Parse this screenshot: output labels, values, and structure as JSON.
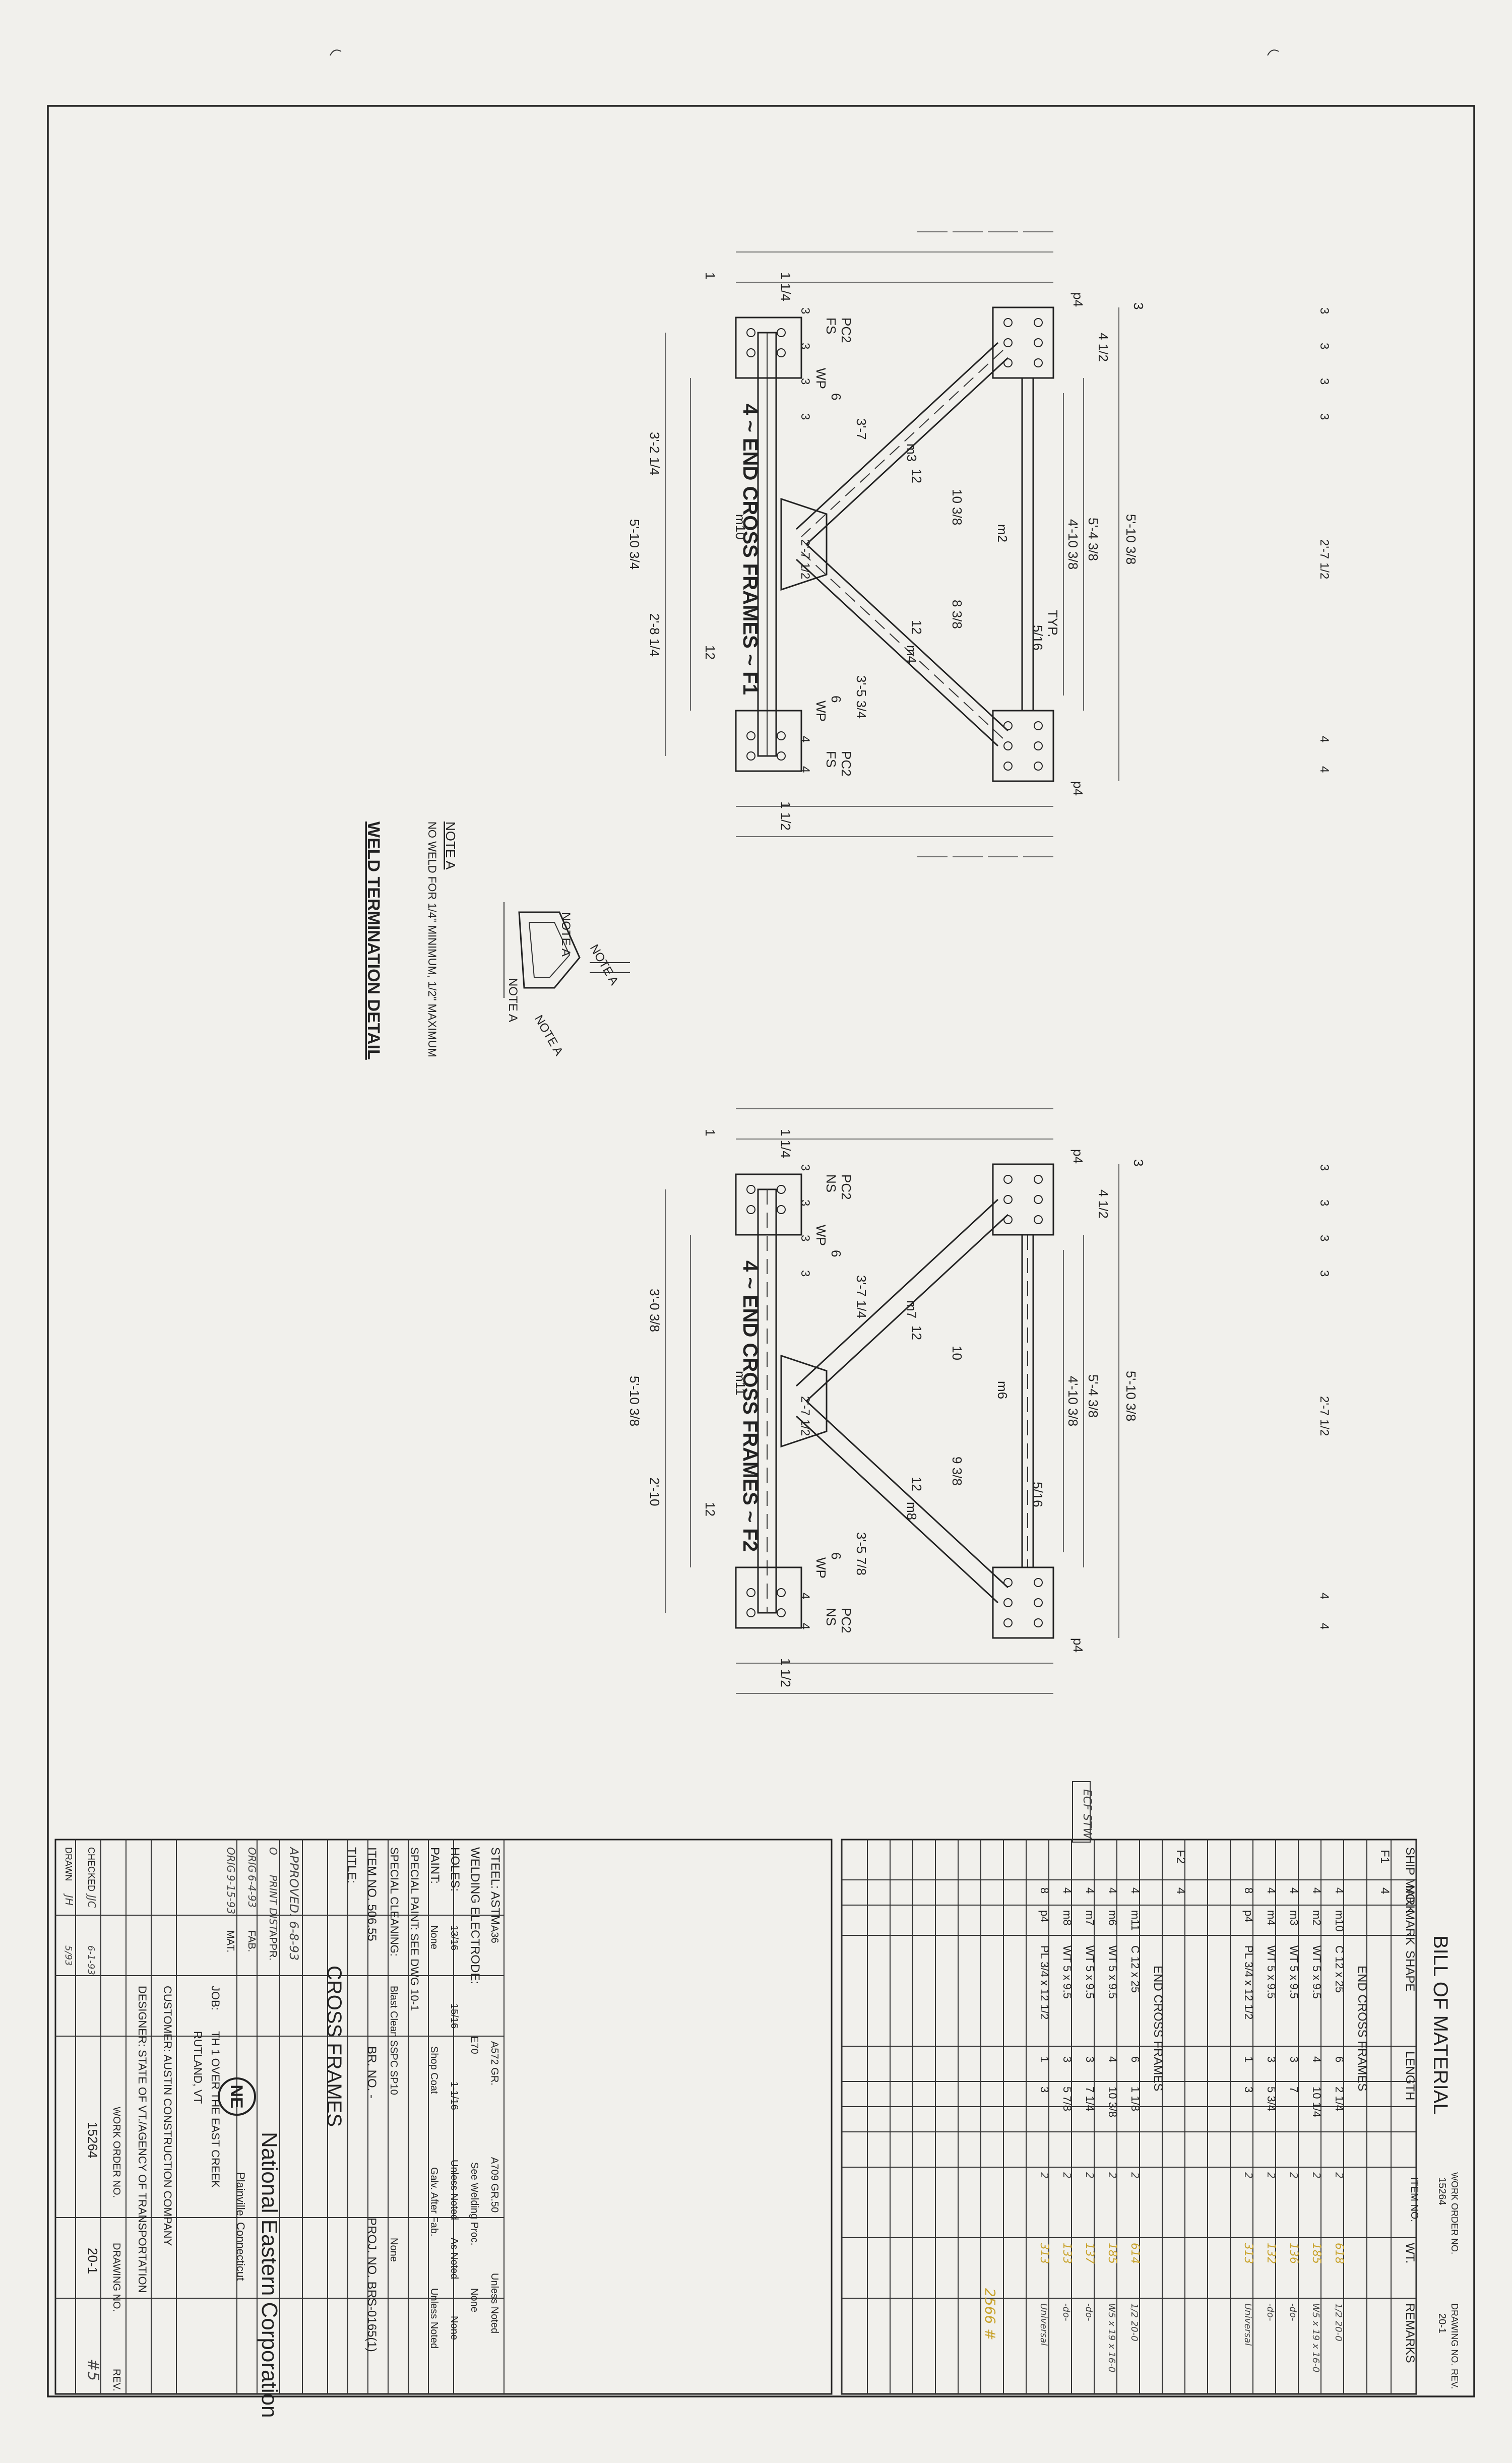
{
  "title_block": {
    "company_name": "National Eastern Corporation",
    "company_location": "Plainville, Connecticut",
    "job_label": "JOB:",
    "job_line1": "TH 1 OVER THE EAST CREEK",
    "job_line2": "RUTLAND, VT",
    "customer": "CUSTOMER:  AUSTIN CONSTRUCTION COMPANY",
    "designer": "DESIGNER:  STATE OF VT./AGENCY OF TRANSPORTATION",
    "wo_label": "WORK ORDER NO.",
    "drawing_label": "DRAWING NO.",
    "rev_label": "REV.",
    "work_order": "15264",
    "drawing_no": "20-1",
    "rev": "#5",
    "drawing_title_label": "TITLE:",
    "drawing_title": "CROSS FRAMES",
    "item_no": "ITEM NO.  506.55",
    "br_no": "BR. NO.  -",
    "proj_no": "PROJ. NO.  BRS-0165(1)",
    "steel": "STEEL: ASTM",
    "steel_opts": [
      "A36",
      "A572 GR.",
      "A709 GR.50",
      "Unless Noted"
    ],
    "welding": "WELDING ELECTRODE:",
    "welding_opts": [
      "E70",
      "See Welding Proc.",
      "None"
    ],
    "holes": "HOLES:",
    "holes_opts": [
      "13/16",
      "15/16",
      "1-1/16",
      "Unless Noted",
      "As Noted",
      "None"
    ],
    "paint": "PAINT:",
    "paint_opts": [
      "None",
      "Shop Coat",
      "Galv. After Fab.",
      "Unless Noted"
    ],
    "special_paint": "SPECIAL PAINT:  SEE DWG 10-1",
    "special_cleaning": "SPECIAL CLEANING:",
    "cleaning_opts": [
      "Blast Clean  SSPC SP10",
      "None"
    ],
    "approved": "APPROVED: 6-8-93",
    "rows": [
      {
        "rev": "O",
        "date": "PRINT DIST.",
        "by": "APPR."
      },
      {
        "rev": "ORIG",
        "date": "6-4-93",
        "by": "FAB."
      },
      {
        "rev": "ORIG",
        "date": "9-15-93",
        "by": "MAT."
      }
    ],
    "checked": "CHECKED",
    "checked_by": "JJC",
    "checked_date": "6-1-93",
    "drawn": "DRAWN",
    "drawn_by": "JH",
    "drawn_date": "5/93"
  },
  "bom": {
    "header_title": "BILL OF MATERIAL",
    "work_order_label": "WORK ORDER NO.",
    "work_order": "15264",
    "drawing_label": "DRAWING NO.",
    "drawing_no": "20-1",
    "rev_label": "REV.",
    "columns": [
      "SHIP MARK",
      "NO.",
      "MARK",
      "SHAPE",
      "LENGTH",
      "",
      "ITEM NO.",
      "WT.",
      "REMARKS"
    ],
    "sections": [
      {
        "ship_mark": "F1",
        "qty": "4",
        "title": "END CROSS FRAMES",
        "rows": [
          {
            "sm": "",
            "no": "4",
            "mark": "m10",
            "shape": "C 12 x 25",
            "ft": "6",
            "in": "2 1/4",
            "item": "2",
            "wt": "618",
            "remarks": "1/2 20-0"
          },
          {
            "sm": "",
            "no": "4",
            "mark": "m2",
            "shape": "WT 5 x 9.5",
            "ft": "4",
            "in": "10 1/4",
            "item": "2",
            "wt": "185",
            "remarks": "W5 x 19 x 16-0"
          },
          {
            "sm": "",
            "no": "4",
            "mark": "m3",
            "shape": "WT 5 x 9.5",
            "ft": "3",
            "in": "7",
            "item": "2",
            "wt": "136",
            "remarks": "-do-"
          },
          {
            "sm": "",
            "no": "4",
            "mark": "m4",
            "shape": "WT 5 x 9.5",
            "ft": "3",
            "in": "5 3/4",
            "item": "2",
            "wt": "132",
            "remarks": "-do-"
          },
          {
            "sm": "",
            "no": "8",
            "mark": "p4",
            "shape": "PL 3/4 x 12 1/2",
            "ft": "1",
            "in": "3",
            "item": "2",
            "wt": "313",
            "remarks": "Universal"
          }
        ]
      },
      {
        "ship_mark": "F2",
        "qty": "4",
        "title": "END CROSS FRAMES",
        "rows": [
          {
            "sm": "",
            "no": "4",
            "mark": "m11",
            "shape": "C 12 x 25",
            "ft": "6",
            "in": "1 1/8",
            "item": "2",
            "wt": "614",
            "remarks": "1/2 20-0"
          },
          {
            "sm": "",
            "no": "4",
            "mark": "m6",
            "shape": "WT 5 x 9.5",
            "ft": "4",
            "in": "10 3/8",
            "item": "2",
            "wt": "185",
            "remarks": "W5 x 19 x 16-0"
          },
          {
            "sm": "",
            "no": "4",
            "mark": "m7",
            "shape": "WT 5 x 9.5",
            "ft": "3",
            "in": "7 1/4",
            "item": "2",
            "wt": "137",
            "remarks": "-do-"
          },
          {
            "sm": "",
            "no": "4",
            "mark": "m8",
            "shape": "WT 5 x 9.5",
            "ft": "3",
            "in": "5 7/8",
            "item": "2",
            "wt": "133",
            "remarks": "-do-"
          },
          {
            "sm": "",
            "no": "8",
            "mark": "p4",
            "shape": "PL 3/4 x 12 1/2",
            "ft": "1",
            "in": "3",
            "item": "2",
            "wt": "313",
            "remarks": "Universal"
          }
        ]
      }
    ],
    "total_wt": "2566 #",
    "stamp": "ECF STW"
  },
  "views": [
    {
      "caption": "4 ~ END CROSS FRAMES ~ F1",
      "labels": {
        "top_dims": [
          "3",
          "3",
          "3",
          "3",
          "2'-7 1/2",
          "4",
          "4"
        ],
        "bot_dims": [
          "3",
          "3",
          "3",
          "3",
          "2'-7 1/2",
          "4",
          "4"
        ],
        "d_510": "5'-10 3/8",
        "d_548": "5'-4 3/8",
        "d_410": "4'-10 3/8",
        "d_3": "3",
        "d_412": "4 1/2",
        "d_321": "3'-2 1/4",
        "d_2841": "2'-8 1/4",
        "d_5102": "5'-10 3/4",
        "d_57": "3'-7",
        "d_355": "3'-5 3/4",
        "d_12a": "12",
        "d_12b": "12",
        "d_1038": "10 3/8",
        "d_838": "8 3/8",
        "m_top": "m10",
        "m_left": "m2",
        "m_d1": "m3",
        "m_d2": "m4",
        "p_top": "p4",
        "p_bot": "p4",
        "wp": "WP",
        "typ": "TYP.",
        "weld": "5/16",
        "pc": "PC2",
        "fs": "FS",
        "d6": "6",
        "d12c": "12",
        "d_114": "1 1/4",
        "d_112": "1 1/2",
        "d_1": "1"
      }
    },
    {
      "caption": "4 ~ END CROSS FRAMES ~ F2",
      "labels": {
        "top_dims": [
          "3",
          "3",
          "3",
          "3",
          "2'-7 1/2",
          "4",
          "4"
        ],
        "bot_dims": [
          "3",
          "3",
          "3",
          "3",
          "2'-7 1/2",
          "4",
          "4"
        ],
        "d_510": "5'-10 3/8",
        "d_548": "5'-4 3/8",
        "d_410": "4'-10 3/8",
        "d_3": "3",
        "d_412": "4 1/2",
        "d_321": "3'-0 3/8",
        "d_2841": "2'-10",
        "d_5102": "5'-10 3/8",
        "d_57": "3'-7 1/4",
        "d_355": "3'-5 7/8",
        "d_12a": "12",
        "d_12b": "12",
        "d_1038": "10",
        "d_838": "9 3/8",
        "m_top": "m11",
        "m_left": "m6",
        "m_d1": "m7",
        "m_d2": "m8",
        "p_top": "p4",
        "p_bot": "p4",
        "wp": "WP",
        "typ": "",
        "weld": "5/16",
        "pc": "PC2",
        "fs": "NS",
        "d6": "6",
        "d12c": "12",
        "d_114": "1 1/4",
        "d_112": "1 1/2",
        "d_1": "1"
      }
    }
  ],
  "weld_detail": {
    "title": "WELD TERMINATION DETAIL",
    "note_title": "NOTE A",
    "note_text": "NO WELD FOR 1/4\" MINIMUM, 1/2\" MAXIMUM",
    "callout": "NOTE A"
  }
}
